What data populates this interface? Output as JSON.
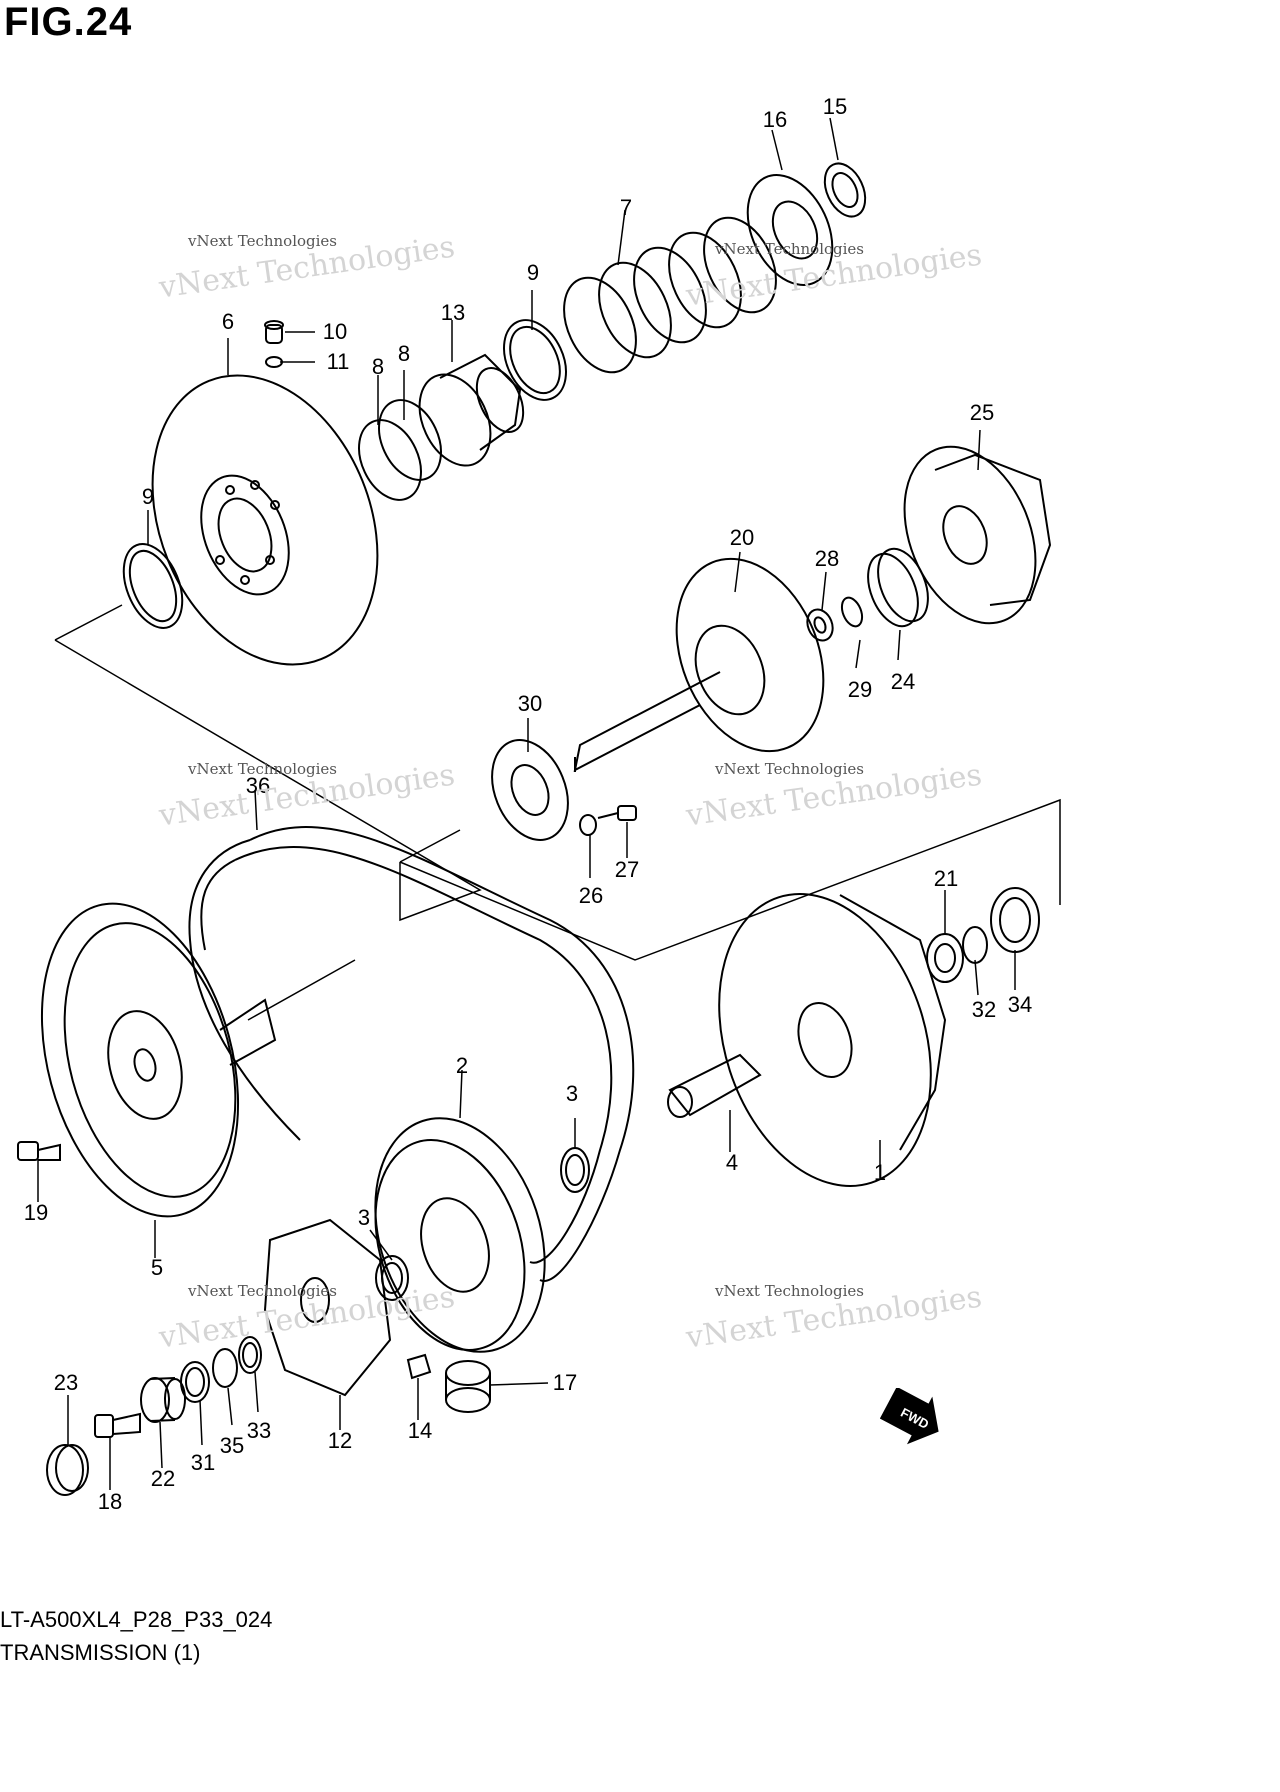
{
  "figure_title": "FIG.24",
  "callouts": [
    {
      "id": "1",
      "label": "1"
    },
    {
      "id": "2",
      "label": "2"
    },
    {
      "id": "3a",
      "label": "3"
    },
    {
      "id": "3b",
      "label": "3"
    },
    {
      "id": "4",
      "label": "4"
    },
    {
      "id": "5",
      "label": "5"
    },
    {
      "id": "6",
      "label": "6"
    },
    {
      "id": "7",
      "label": "7"
    },
    {
      "id": "8a",
      "label": "8"
    },
    {
      "id": "8b",
      "label": "8"
    },
    {
      "id": "9a",
      "label": "9"
    },
    {
      "id": "9b",
      "label": "9"
    },
    {
      "id": "10",
      "label": "10"
    },
    {
      "id": "11",
      "label": "11"
    },
    {
      "id": "12",
      "label": "12"
    },
    {
      "id": "13",
      "label": "13"
    },
    {
      "id": "14",
      "label": "14"
    },
    {
      "id": "15",
      "label": "15"
    },
    {
      "id": "16",
      "label": "16"
    },
    {
      "id": "17",
      "label": "17"
    },
    {
      "id": "18",
      "label": "18"
    },
    {
      "id": "19",
      "label": "19"
    },
    {
      "id": "20",
      "label": "20"
    },
    {
      "id": "21",
      "label": "21"
    },
    {
      "id": "22",
      "label": "22"
    },
    {
      "id": "23",
      "label": "23"
    },
    {
      "id": "24",
      "label": "24"
    },
    {
      "id": "25",
      "label": "25"
    },
    {
      "id": "26",
      "label": "26"
    },
    {
      "id": "27",
      "label": "27"
    },
    {
      "id": "28",
      "label": "28"
    },
    {
      "id": "29",
      "label": "29"
    },
    {
      "id": "30",
      "label": "30"
    },
    {
      "id": "31",
      "label": "31"
    },
    {
      "id": "32",
      "label": "32"
    },
    {
      "id": "33",
      "label": "33"
    },
    {
      "id": "34",
      "label": "34"
    },
    {
      "id": "35",
      "label": "35"
    },
    {
      "id": "36",
      "label": "36"
    }
  ],
  "watermark": {
    "line1": "vNext Technologies",
    "line2": "vNext Technologies"
  },
  "fwd_label": "FWD",
  "footer": {
    "code": "LT-A500XL4_P28_P33_024",
    "name": "TRANSMISSION (1)"
  }
}
